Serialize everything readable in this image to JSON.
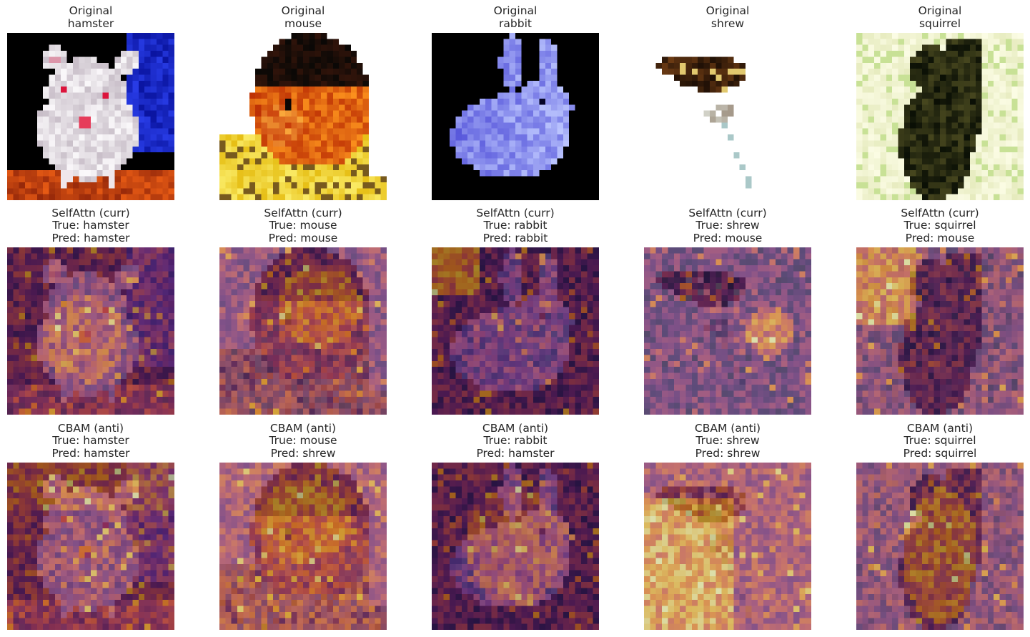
{
  "figure": {
    "rows": [
      {
        "row": "original",
        "panels": [
          {
            "title_lines": [
              "Original",
              "hamster"
            ],
            "image": "hamster-photo",
            "scene": "hamster"
          },
          {
            "title_lines": [
              "Original",
              "mouse"
            ],
            "image": "mouse-photo",
            "scene": "mouse"
          },
          {
            "title_lines": [
              "Original",
              "rabbit"
            ],
            "image": "rabbit-photo",
            "scene": "rabbit"
          },
          {
            "title_lines": [
              "Original",
              "shrew"
            ],
            "image": "shrew-photo",
            "scene": "shrew"
          },
          {
            "title_lines": [
              "Original",
              "squirrel"
            ],
            "image": "squirrel-photo",
            "scene": "squirrel"
          }
        ]
      },
      {
        "row": "selfattn",
        "panels": [
          {
            "title_lines": [
              "SelfAttn (curr)",
              "True: hamster",
              "Pred: hamster"
            ],
            "image": "hamster-selfattn-heatmap",
            "scene": "hamster"
          },
          {
            "title_lines": [
              "SelfAttn (curr)",
              "True: mouse",
              "Pred: mouse"
            ],
            "image": "mouse-selfattn-heatmap",
            "scene": "mouse"
          },
          {
            "title_lines": [
              "SelfAttn (curr)",
              "True: rabbit",
              "Pred: rabbit"
            ],
            "image": "rabbit-selfattn-heatmap",
            "scene": "rabbit"
          },
          {
            "title_lines": [
              "SelfAttn (curr)",
              "True: shrew",
              "Pred: mouse"
            ],
            "image": "shrew-selfattn-heatmap",
            "scene": "shrew"
          },
          {
            "title_lines": [
              "SelfAttn (curr)",
              "True: squirrel",
              "Pred: mouse"
            ],
            "image": "squirrel-selfattn-heatmap",
            "scene": "squirrel"
          }
        ]
      },
      {
        "row": "cbam",
        "panels": [
          {
            "title_lines": [
              "CBAM (anti)",
              "True: hamster",
              "Pred: hamster"
            ],
            "image": "hamster-cbam-heatmap",
            "scene": "hamster"
          },
          {
            "title_lines": [
              "CBAM (anti)",
              "True: mouse",
              "Pred: shrew"
            ],
            "image": "mouse-cbam-heatmap",
            "scene": "mouse"
          },
          {
            "title_lines": [
              "CBAM (anti)",
              "True: rabbit",
              "Pred: hamster"
            ],
            "image": "rabbit-cbam-heatmap",
            "scene": "rabbit"
          },
          {
            "title_lines": [
              "CBAM (anti)",
              "True: shrew",
              "Pred: shrew"
            ],
            "image": "shrew-cbam-heatmap",
            "scene": "shrew"
          },
          {
            "title_lines": [
              "CBAM (anti)",
              "True: squirrel",
              "Pred: squirrel"
            ],
            "image": "squirrel-cbam-heatmap",
            "scene": "squirrel"
          }
        ]
      }
    ]
  },
  "colors": {
    "text": "#262626",
    "background": "#ffffff"
  }
}
